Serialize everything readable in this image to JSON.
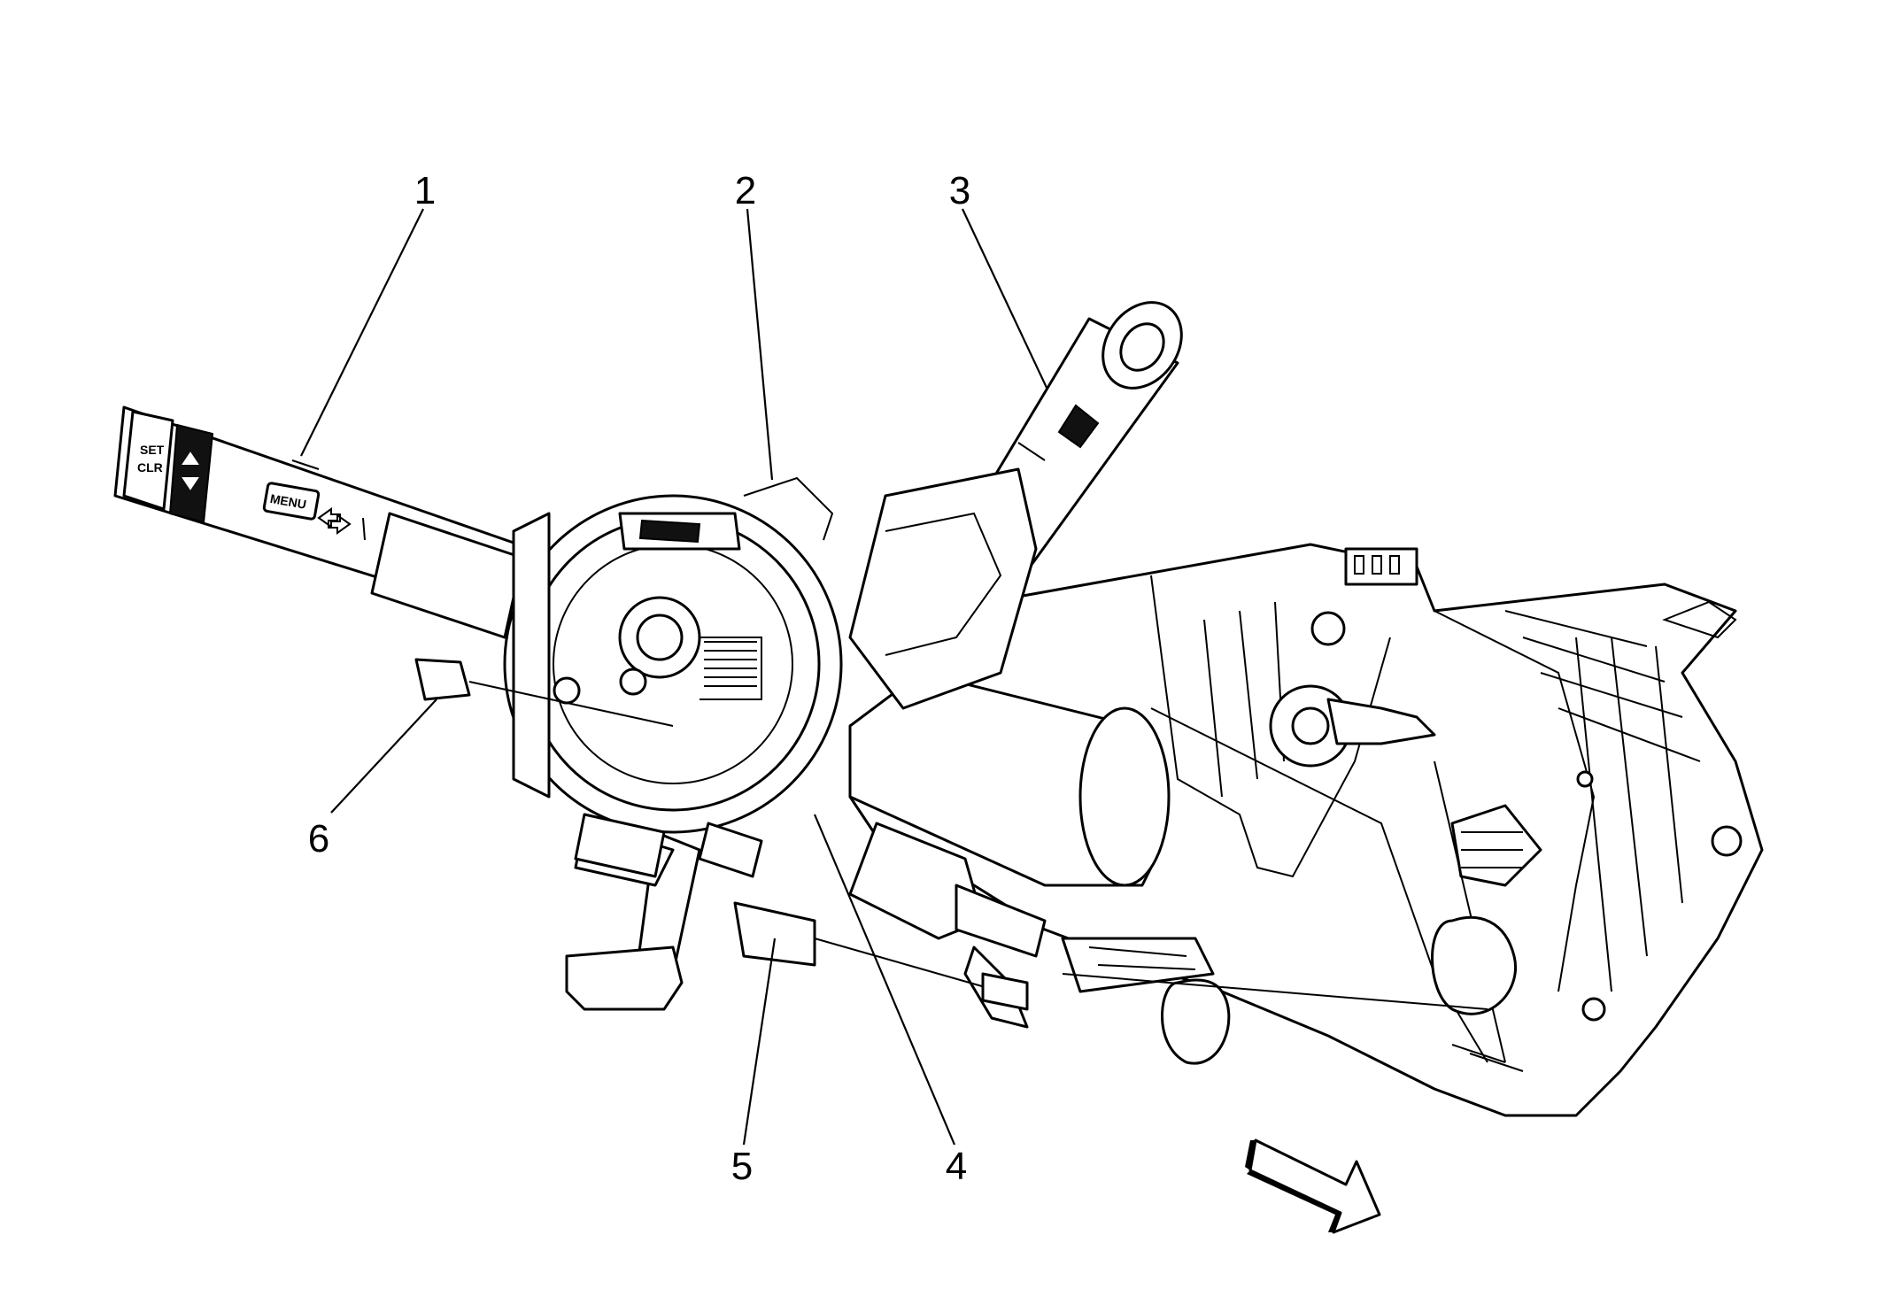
{
  "callouts": [
    {
      "id": "1",
      "label": "1"
    },
    {
      "id": "2",
      "label": "2"
    },
    {
      "id": "3",
      "label": "3"
    },
    {
      "id": "4",
      "label": "4"
    },
    {
      "id": "5",
      "label": "5"
    },
    {
      "id": "6",
      "label": "6"
    }
  ],
  "switch_labels": {
    "set_clr_top": "SET",
    "set_clr_bottom": "CLR",
    "menu": "MENU"
  },
  "icons": [
    "direction-arrow-icon",
    "up-down-arrow-icon",
    "left-right-arrow-icon"
  ]
}
